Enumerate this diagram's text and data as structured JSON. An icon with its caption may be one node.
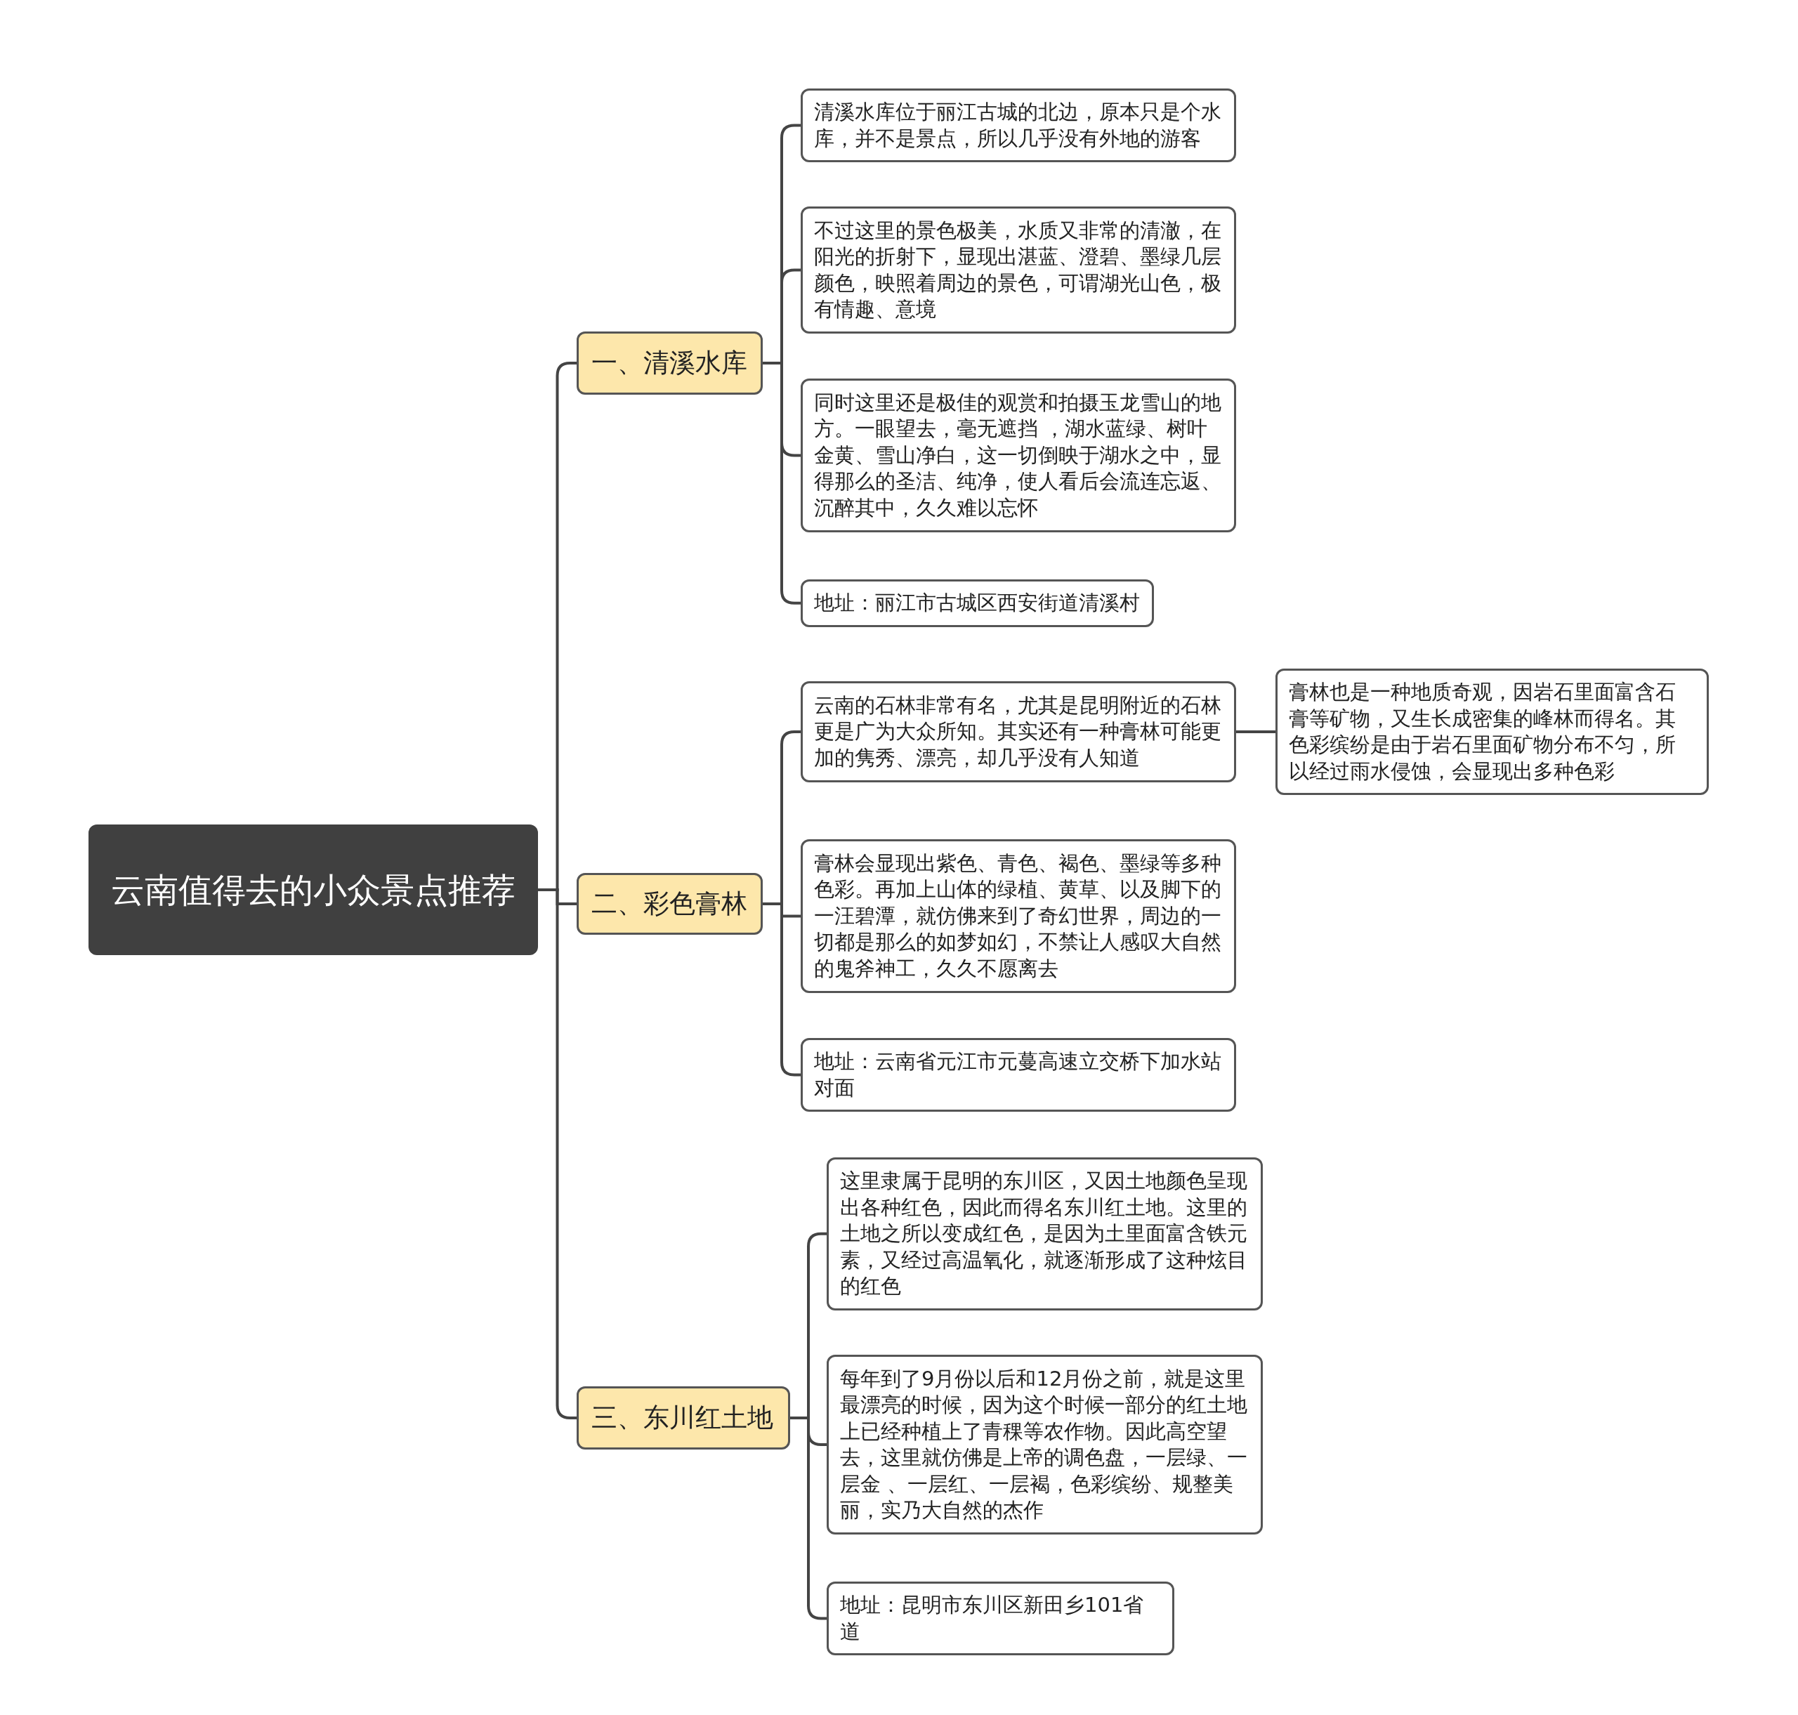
{
  "diagram": {
    "nodes": [
      {
        "text": [
          "云南值得去的小众景点推荐"
        ]
      },
      {
        "text": [
          "一、清溪水库"
        ]
      },
      {
        "text": [
          "清溪水库位于丽江古城的北边，原本只是个水库，并不是景点，所以几乎没有外地的游客"
        ]
      },
      {
        "text": [
          "不过这里的景色极美，水质又非常的清澈，在阳光的折射下，显现出湛蓝、澄碧、墨绿几层颜色，映照着周边的景色，可谓湖光山色，极有情趣、意境"
        ]
      },
      {
        "text": [
          "同时这里还是极佳的观赏和拍摄玉龙雪山的地方。一眼望去，毫无遮挡 ，湖水蓝绿、树叶金黄、雪山净白，这一切倒映于湖水之中，显得那么的圣洁、纯净，使人看后会流连忘返、沉醉其中，久久难以忘怀"
        ]
      },
      {
        "text": [
          "地址：丽江市古城区西安街道清溪村"
        ]
      },
      {
        "text": [
          "二、彩色膏林"
        ]
      },
      {
        "text": [
          "云南的石林非常有名，尤其是昆明附近的石林更是广为大众所知。其实还有一种膏林可能更加的隽秀、漂亮，却几乎没有人知道"
        ]
      },
      {
        "text": [
          "膏林也是一种地质奇观，因岩石里面富含石膏等矿物，又生长成密集的峰林而得名。其色彩缤纷是由于岩石里面矿物分布不匀，所以经过雨水侵蚀，会显现出多种色彩"
        ]
      },
      {
        "text": [
          "膏林会显现出紫色、青色、褐色、墨绿等多种色彩。再加上山体的绿植、黄草、以及脚下的一汪碧潭，就仿佛来到了奇幻世界，周边的一切都是那么的如梦如幻，不禁让人感叹大自然的鬼斧神工，久久不愿离去"
        ]
      },
      {
        "text": [
          "地址：云南省元江市元蔓高速立交桥下加水站对面"
        ]
      },
      {
        "text": [
          "三、东川红土地"
        ]
      },
      {
        "text": [
          "这里隶属于昆明的东川区，又因土地颜色呈现出各种红色，因此而得名东川红土地。这里的土地之所以变成红色，是因为土里面富含铁元素，又经过高温氧化，就逐渐形成了这种炫目的红色"
        ]
      },
      {
        "text": [
          "每年到了9月份以后和12月份之前，就是这里最漂亮的时候，因为这个时候一部分的红土地上已经种植上了青稞等农作物。因此高空望去，这里就仿佛是上帝的调色盘，一层绿、一层金 、一层红、一层褐，色彩缤纷、规整美丽，实乃大自然的杰作"
        ]
      },
      {
        "text": [
          "地址：昆明市东川区新田乡101省道"
        ]
      }
    ],
    "edges": [
      {
        "from": 0,
        "to": 1,
        "arrow": "none"
      },
      {
        "from": 0,
        "to": 6,
        "arrow": "none"
      },
      {
        "from": 0,
        "to": 11,
        "arrow": "none"
      },
      {
        "from": 1,
        "to": 2,
        "arrow": "none"
      },
      {
        "from": 1,
        "to": 3,
        "arrow": "none"
      },
      {
        "from": 1,
        "to": 4,
        "arrow": "none"
      },
      {
        "from": 1,
        "to": 5,
        "arrow": "none"
      },
      {
        "from": 6,
        "to": 7,
        "arrow": "none"
      },
      {
        "from": 6,
        "to": 9,
        "arrow": "none"
      },
      {
        "from": 6,
        "to": 10,
        "arrow": "none"
      },
      {
        "from": 7,
        "to": 8,
        "arrow": "none"
      },
      {
        "from": 11,
        "to": 12,
        "arrow": "none"
      },
      {
        "from": 11,
        "to": 13,
        "arrow": "none"
      },
      {
        "from": 11,
        "to": 14,
        "arrow": "none"
      }
    ]
  }
}
